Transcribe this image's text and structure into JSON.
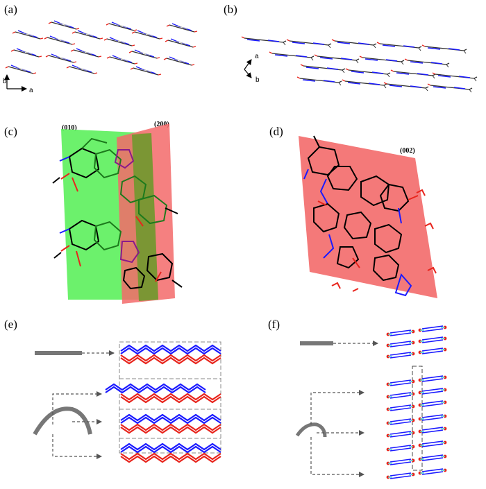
{
  "panels": {
    "a": {
      "label": "(a)",
      "axis_x": "a",
      "axis_y": "b"
    },
    "b": {
      "label": "(b)",
      "axis_1": "a",
      "axis_2": "b"
    },
    "c": {
      "label": "(c)",
      "plane_1": "(010)",
      "plane_2": "(200)"
    },
    "d": {
      "label": "(d)",
      "plane": "(002)"
    },
    "e": {
      "label": "(e)"
    },
    "f": {
      "label": "(f)"
    }
  },
  "colors": {
    "blue": "#1a1aff",
    "red": "#e8241c",
    "green_plane": "#5cf05c",
    "red_plane": "#f36a6a",
    "cyan": "#4fd6d6",
    "gray_bar": "#777777"
  }
}
